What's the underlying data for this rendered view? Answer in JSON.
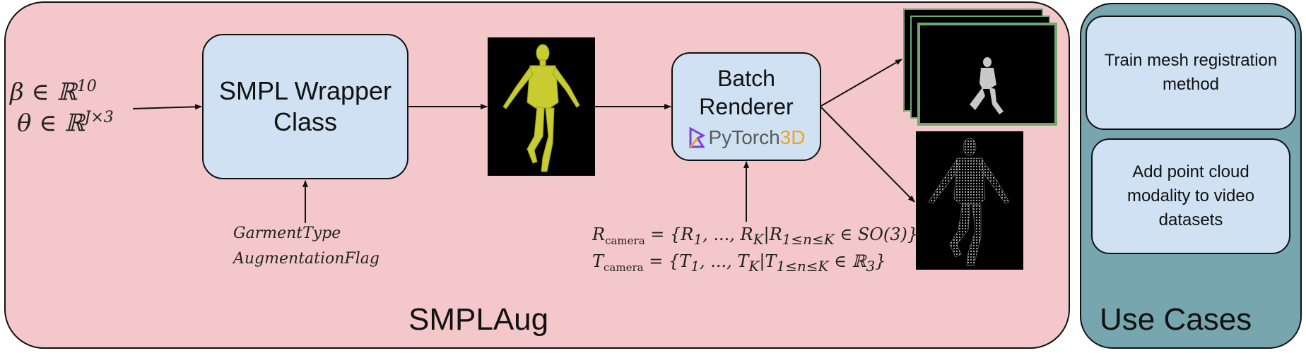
{
  "smplaug_panel": {
    "label": "SMPLAug"
  },
  "use_cases_panel": {
    "label": "Use Cases",
    "items": [
      "Train mesh registration method",
      "Add point cloud modality to video datasets"
    ]
  },
  "input_params": {
    "beta": "β ∈ ℝ¹⁰",
    "theta": "θ ∈ ℝ^{J×3}"
  },
  "smpl_box": {
    "label": "SMPL Wrapper Class"
  },
  "smpl_flags": [
    "GarmentType",
    "AugmentationFlag"
  ],
  "renderer_box": {
    "title": "Batch Renderer",
    "logo_text_a": "PyTorch",
    "logo_text_b": "3D"
  },
  "camera_params": {
    "rotation": "R_camera = {R₁, ..., R_K | R_{1≤n≤K} ∈ SO(3)}",
    "translation": "T_camera = {T₁, ..., T_K | T_{1≤n≤K} ∈ ℝ₃}"
  },
  "colors": {
    "smplaug_bg": "#f4c8cb",
    "use_cases_bg": "#77a6ae",
    "box_fill": "#cfe1f2",
    "mesh": "#c8cc2e",
    "pytorch_orange": "#f3a21c",
    "pytorch_purple": "#7b3fe4"
  }
}
